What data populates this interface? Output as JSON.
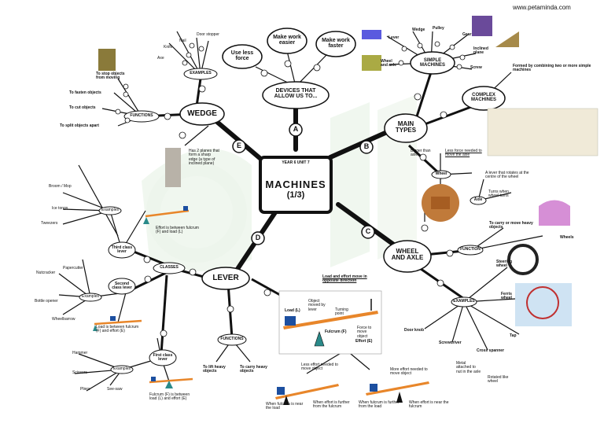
{
  "site": "www.petaminda.com",
  "center": {
    "tag": "YEAR 6 UNIT 7",
    "title": "MACHINES",
    "sub": "(1/3)"
  },
  "branch_letters": {
    "a": "A",
    "b": "B",
    "c": "C",
    "d": "D",
    "e": "E"
  },
  "a": {
    "title": "DEVICES THAT ALLOW US TO...",
    "n1": "Use less force",
    "n2": "Make work easier",
    "n3": "Make work faster"
  },
  "b": {
    "title": "MAIN TYPES",
    "simple": "SIMPLE MACHINES",
    "complex": "COMPLEX MACHINES",
    "complex_def": "Formed by combining two or more simple machines",
    "lever": "Lever",
    "wedge": "Wedge",
    "pulley": "Pulley",
    "gear": "Gear",
    "inclined_plane": "Inclined plane",
    "screw": "Screw",
    "wheel_axle": "Wheel and axle"
  },
  "c": {
    "title": "WHEEL AND AXLE",
    "wheel": "Wheel",
    "axle": "Axle",
    "function": "FUNCTION",
    "examples": "EXAMPLES",
    "bigger": "Bigger than axle",
    "less_force": "Less force needed to move the axle",
    "rotates": "A lever that rotates at the centre of the wheel",
    "turns": "Turns when wheel turns",
    "fn_text": "To carry or move heavy objects",
    "wheels": "Wheels",
    "steering": "Steering wheel",
    "ferris": "Ferris wheel",
    "tap": "Tap",
    "cross_spanner": "Cross spanner",
    "screwdriver": "Screwdriver",
    "door_knob": "Door knob",
    "metal": "Metal attached to nut in the axle",
    "rotated": "Rotated like wheel"
  },
  "d": {
    "title": "LEVER",
    "classes": "CLASSES",
    "functions": "FUNCTIONS",
    "lift": "To lift heavy objects",
    "carry": "To carry heavy objects",
    "load_effort": "Load and effort move in opposite direction",
    "load": "Load (L)",
    "object": "Object moved by lever",
    "turning": "Turning point",
    "fulcrum": "Fulcrum (F)",
    "force": "Force to move object",
    "effort": "Effort (E)",
    "less_effort_1": "Less effort needed to move object",
    "less_effort_2": "More effort needed to move object",
    "near_load": "When fulcrum is near the load",
    "further": "When effort is further from the fulcrum",
    "further_load": "When fulcrum is further from the load",
    "near_fulcrum": "When effort is near the fulcrum",
    "third": "Third class lever",
    "second": "Second class lever",
    "first": "First class lever",
    "examples": "Examples",
    "broom": "Broom / Mop",
    "ice_tongs": "Ice tongs",
    "tweezers": "Tweezers",
    "nutcracker": "Nutcracker",
    "paper_cutter": "Papercutter",
    "bottle_opener": "Bottle opener",
    "wheelbarrow": "Wheelbarrow",
    "hammer": "Hammer",
    "scissors": "Scissors",
    "pliers": "Pliers",
    "seesaw": "See-saw",
    "third_desc": "Effort is between fulcrum (F) and load (L)",
    "second_desc": "Load is between fulcrum (F) and effort (E)",
    "first_desc": "Fulcrum (F) is between load (L) and effort (E)"
  },
  "e": {
    "title": "WEDGE",
    "functions": "FUNCTIONS",
    "examples": "EXAMPLES",
    "fasten": "To fasten objects",
    "cut": "To cut objects",
    "split": "To split objects apart",
    "stop": "To stop objects from moving",
    "nail": "Nail",
    "knife": "Knife",
    "axe": "Axe",
    "door_stopper": "Door stopper",
    "desc": "Has 2 planes that form a sharp edge (a type of inclined plane)"
  },
  "colors": {
    "line": "#111111",
    "arrow": "#e8862a",
    "green_ground": "#cfe8c6",
    "accent_blue": "#1c4fa0"
  }
}
